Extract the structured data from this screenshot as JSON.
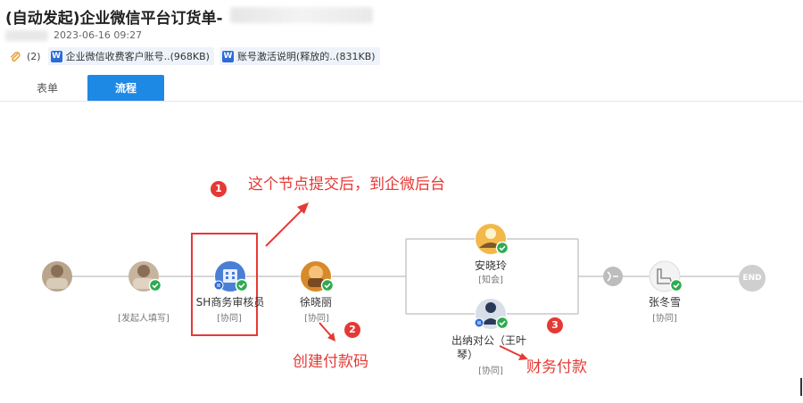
{
  "header": {
    "title": "(自动发起)企业微信平台订货单-",
    "date": "2023-06-16 09:27"
  },
  "attachments": {
    "count": "(2)",
    "items": [
      {
        "icon": "W",
        "name": "企业微信收费客户账号..(968KB)"
      },
      {
        "icon": "W",
        "name": "账号激活说明(释放的..(831KB)"
      }
    ]
  },
  "tabs": {
    "form": "表单",
    "flow": "流程"
  },
  "flow": {
    "nodes": [
      {
        "label": "",
        "tag": ""
      },
      {
        "label": "",
        "tag": "[发起人填写]"
      },
      {
        "label": "SH商务审核员",
        "tag": "[协同]"
      },
      {
        "label": "徐晓丽",
        "tag": "[协同]"
      },
      {
        "label": "安晓玲",
        "tag": "[知会]"
      },
      {
        "label": "出纳对公（王叶",
        "label2": "琴）",
        "tag": "[协同]"
      },
      {
        "label": "张冬雪",
        "tag": "[协同]"
      }
    ],
    "end_label": "END",
    "check_color": "#2eaa4f",
    "line_color": "#c8c8c8"
  },
  "annotations": {
    "badge1": "1",
    "badge2": "2",
    "badge3": "3",
    "text1": "这个节点提交后，到企微后台",
    "text2": "创建付款码",
    "text3": "财务付款",
    "color": "#e53935"
  }
}
